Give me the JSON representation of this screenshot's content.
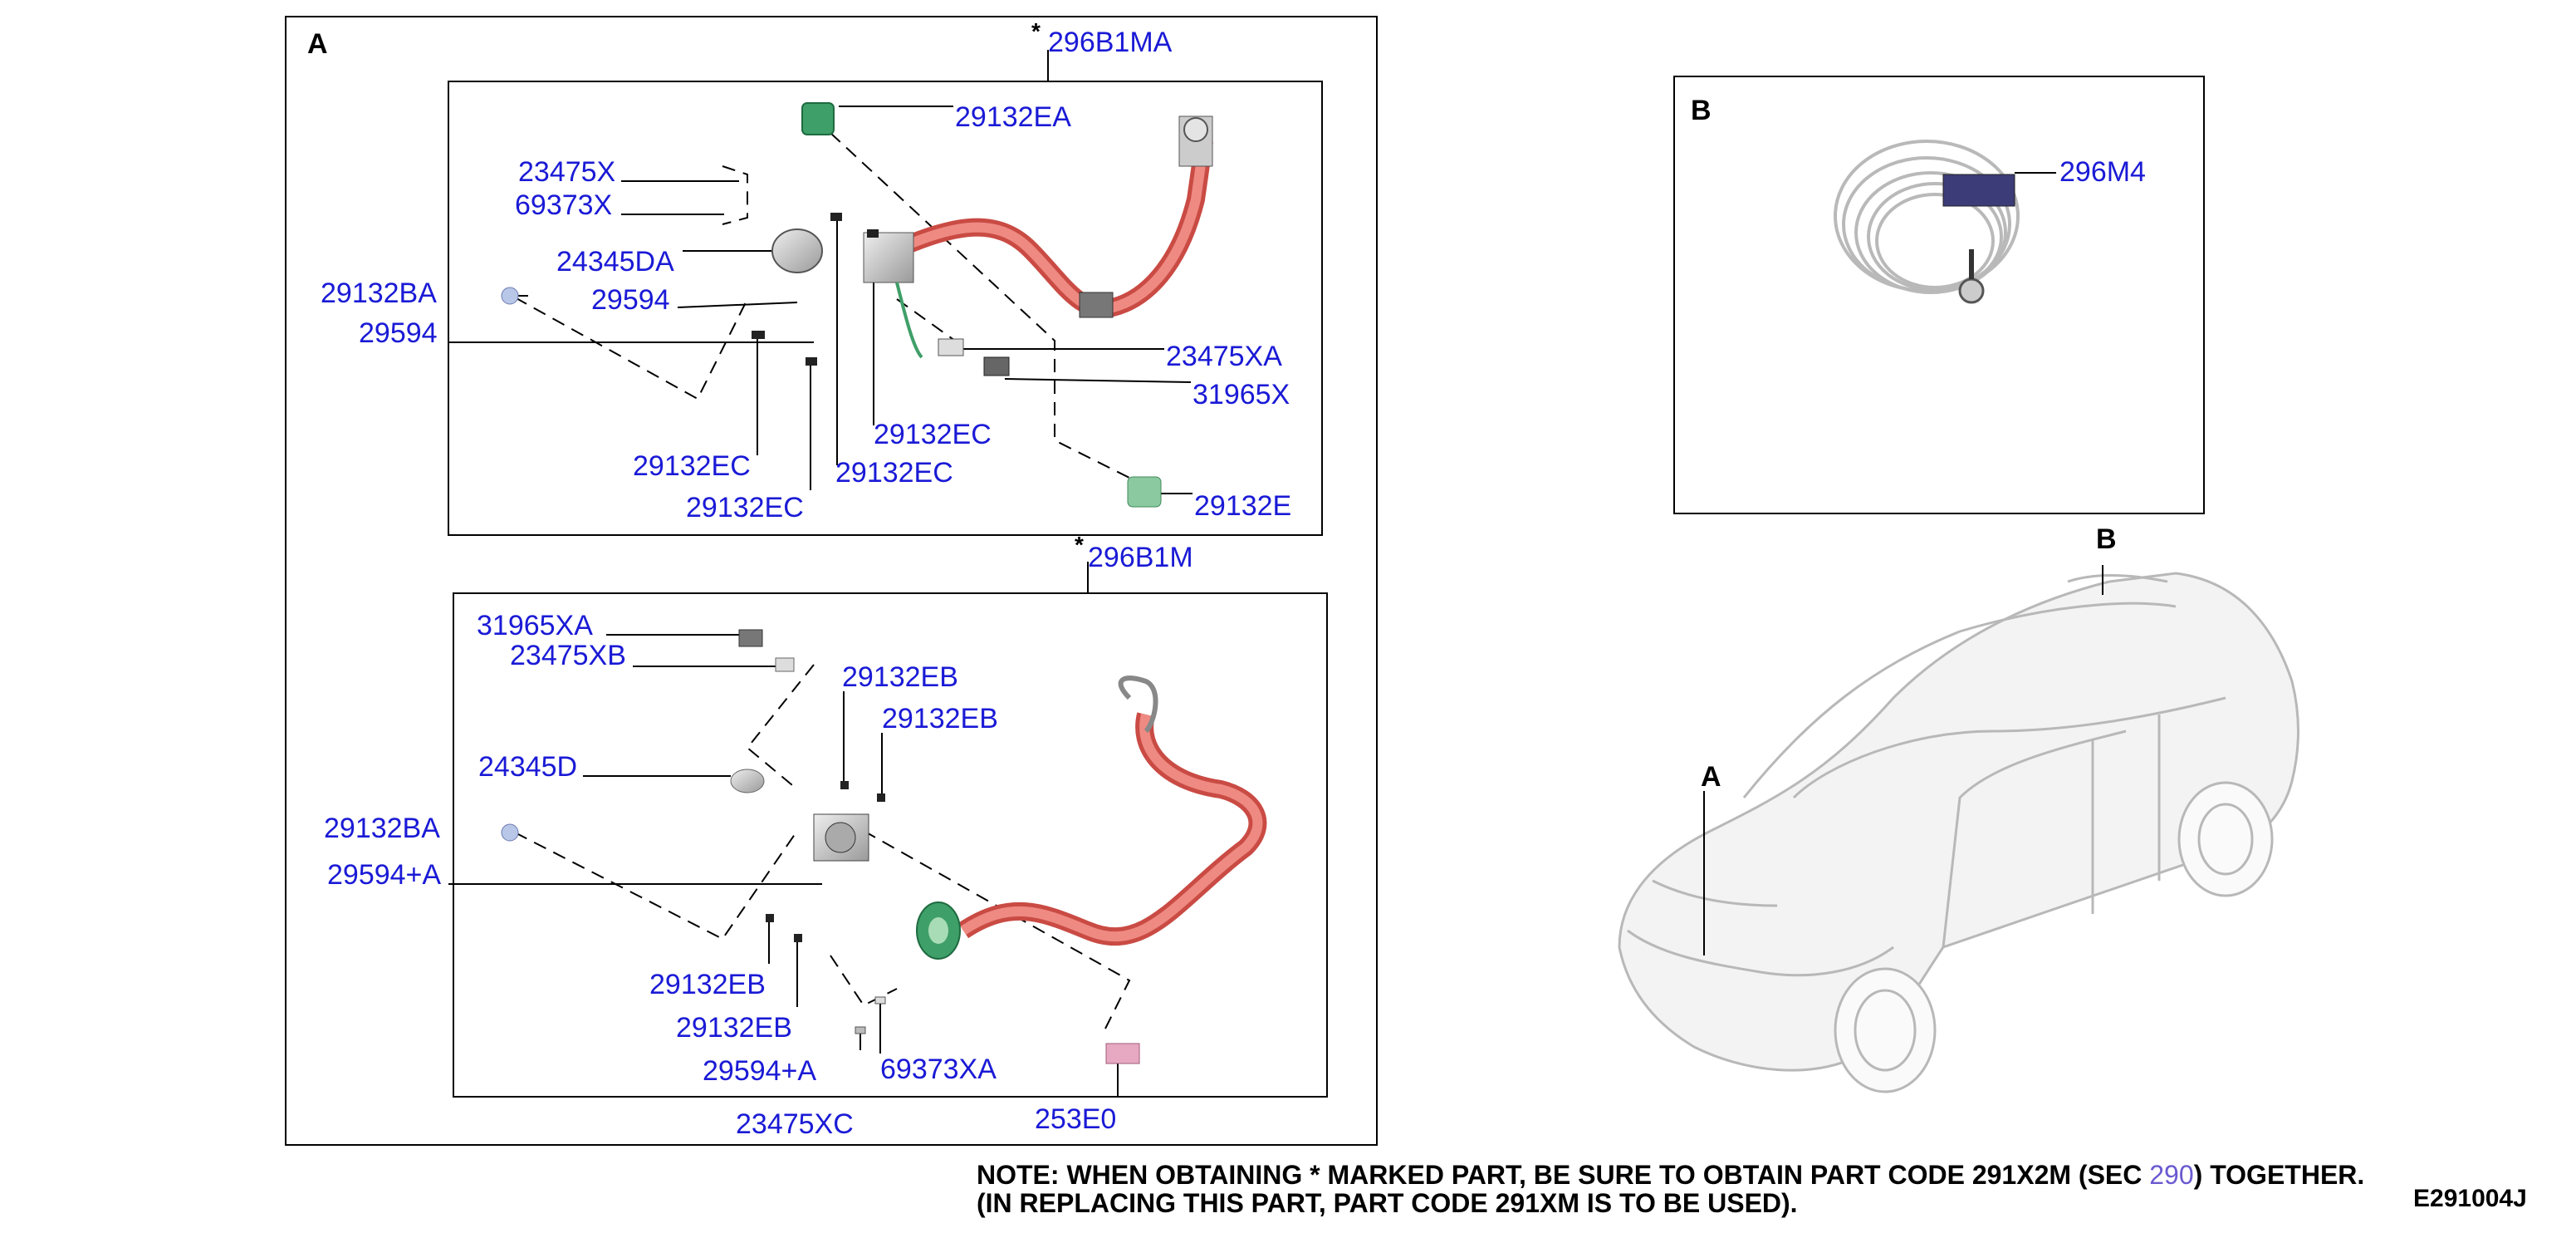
{
  "panels": {
    "a_label": "A",
    "b_label": "B",
    "car_a_label": "A",
    "car_b_label": "B"
  },
  "sub_a": {
    "star": "*",
    "code": "296B1MA",
    "labels": {
      "p29132EA": "29132EA",
      "p23475X": "23475X",
      "p69373X": "69373X",
      "p24345DA": "24345DA",
      "p29132BA": "29132BA",
      "p29594_1": "29594",
      "p29594_2": "29594",
      "p23475XA": "23475XA",
      "p31965X": "31965X",
      "p29132EC_1": "29132EC",
      "p29132EC_2": "29132EC",
      "p29132EC_3": "29132EC",
      "p29132EC_4": "29132EC",
      "p29132E": "29132E"
    }
  },
  "sub_b": {
    "star": "*",
    "code": "296B1M",
    "labels": {
      "p31965XA": "31965XA",
      "p23475XB": "23475XB",
      "p29132EB_1": "29132EB",
      "p29132EB_2": "29132EB",
      "p24345D": "24345D",
      "p29132BA": "29132BA",
      "p29594A_1": "29594+A",
      "p29132EB_3": "29132EB",
      "p29132EB_4": "29132EB",
      "p29594A_2": "29594+A",
      "p69373XA": "69373XA",
      "p23475XC": "23475XC",
      "p253E0": "253E0"
    }
  },
  "panel_b": {
    "p296M4": "296M4"
  },
  "note": {
    "line1_pre": "NOTE: WHEN OBTAINING * MARKED PART, BE SURE TO OBTAIN PART CODE 291X2M (SEC ",
    "sec_link": "290",
    "line1_post": ") TOGETHER.",
    "line2": "(IN REPLACING THIS PART, PART CODE 291XM IS TO BE USED).",
    "figure_code": "E291004J"
  },
  "colors": {
    "label_blue": "#1a1ad6",
    "cable_red": "#e0625a",
    "connector_green": "#3f9f68",
    "link_purple": "#6a5ad0"
  }
}
